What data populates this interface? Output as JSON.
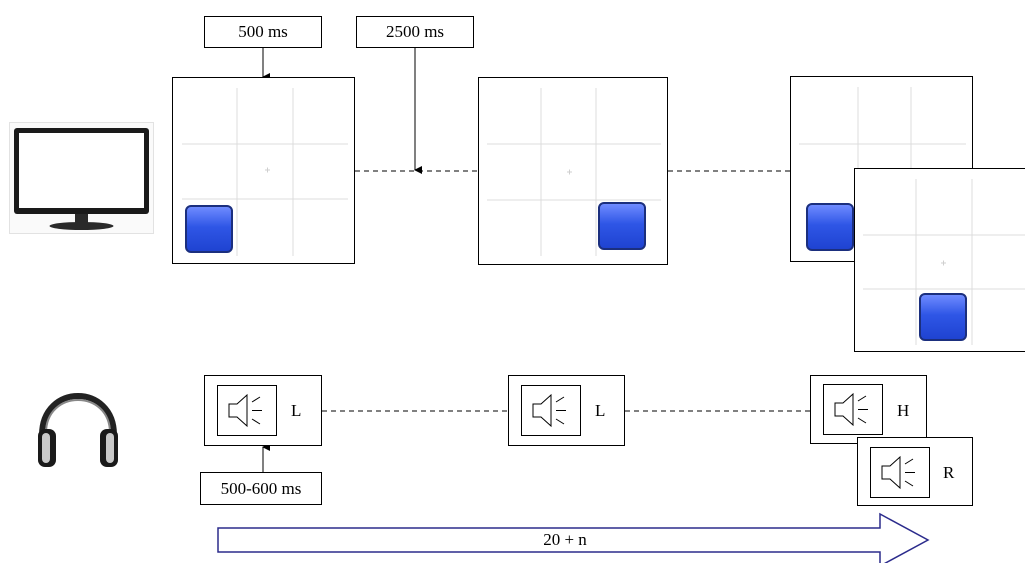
{
  "visual": {
    "timings": {
      "stimulus": "500 ms",
      "interval": "2500 ms"
    }
  },
  "auditory": {
    "timing": "500-600 ms",
    "tones": [
      "L",
      "L",
      "H",
      "R"
    ]
  },
  "trials": "20 + n",
  "colors": {
    "square": "#2f56e6",
    "arrow_border": "#2b2b8c",
    "grid": "#dcdcdc"
  },
  "icons": [
    "monitor-icon",
    "headphones-icon",
    "speaker-icon"
  ]
}
